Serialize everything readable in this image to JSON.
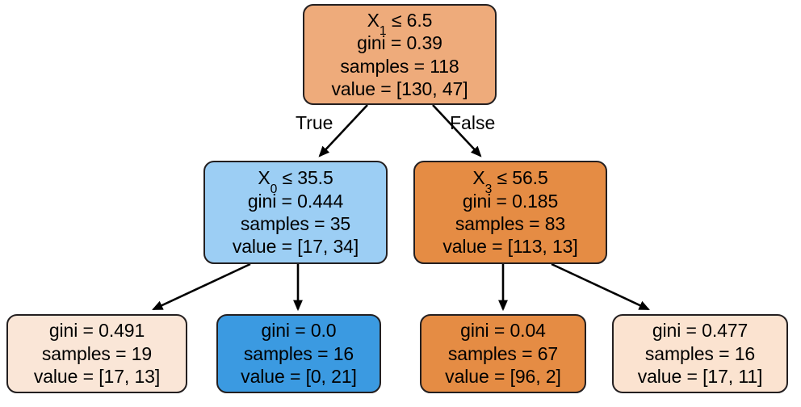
{
  "diagram": {
    "type": "decision-tree",
    "title": "",
    "background": "#ffffff",
    "border_color": "#231f20",
    "edge_labels": {
      "true": "True",
      "false": "False"
    },
    "nodes": [
      {
        "id": "root",
        "role": "root",
        "feature": "X",
        "feature_index": "1",
        "operator": "≤",
        "threshold": "6.5",
        "condition": "X1 ≤ 6.5",
        "gini": "gini = 0.39",
        "samples": "samples = 118",
        "value": "value = [130, 47]",
        "fill": "#eeab7b"
      },
      {
        "id": "left-internal",
        "role": "internal",
        "feature": "X",
        "feature_index": "0",
        "operator": "≤",
        "threshold": "35.5",
        "condition": "X0 ≤ 35.5",
        "gini": "gini = 0.444",
        "samples": "samples = 35",
        "value": "value = [17, 34]",
        "fill": "#9ccef4"
      },
      {
        "id": "right-internal",
        "role": "internal",
        "feature": "X",
        "feature_index": "3",
        "operator": "≤",
        "threshold": "56.5",
        "condition": "X3 ≤ 56.5",
        "gini": "gini = 0.185",
        "samples": "samples = 83",
        "value": "value = [113, 13]",
        "fill": "#e58c44"
      },
      {
        "id": "leaf-1",
        "role": "leaf",
        "gini": "gini = 0.491",
        "samples": "samples = 19",
        "value": "value = [17, 13]",
        "fill": "#fae6d7"
      },
      {
        "id": "leaf-2",
        "role": "leaf",
        "gini": "gini = 0.0",
        "samples": "samples = 16",
        "value": "value = [0, 21]",
        "fill": "#3b9ae1"
      },
      {
        "id": "leaf-3",
        "role": "leaf",
        "gini": "gini = 0.04",
        "samples": "samples = 67",
        "value": "value = [96, 2]",
        "fill": "#e58c44"
      },
      {
        "id": "leaf-4",
        "role": "leaf",
        "gini": "gini = 0.477",
        "samples": "samples = 16",
        "value": "value = [17, 11]",
        "fill": "#fbe3d0"
      }
    ]
  }
}
